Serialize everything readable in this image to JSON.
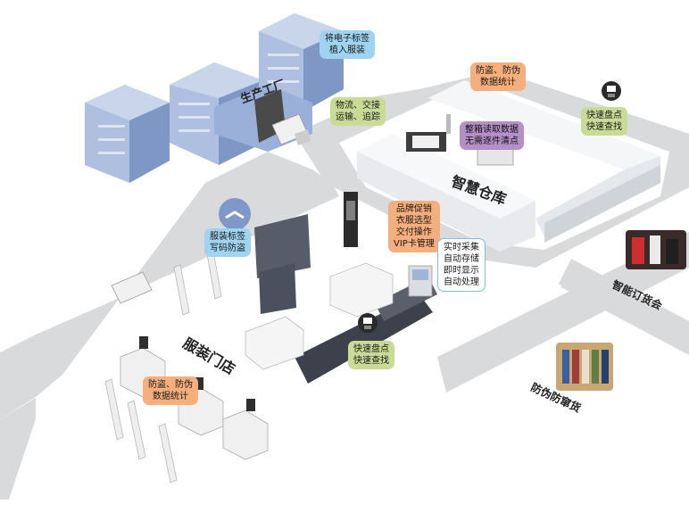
{
  "areas": {
    "factory": "生产工厂",
    "warehouse": "智慧仓库",
    "store": "服装门店",
    "order_fair": "智能订货会",
    "anti_counterfeit": "防伪防窜货"
  },
  "callouts": {
    "embed_tag": [
      "将电子标签",
      "植入服装"
    ],
    "logistics": [
      "物流、交接",
      "运输、追踪"
    ],
    "warehouse_theft": [
      "防盗、防伪",
      "数据统计"
    ],
    "box_read": [
      "整箱读取数据",
      "无需逐件清点"
    ],
    "warehouse_inventory": [
      "快速盘点",
      "快速查找"
    ],
    "tag_write": [
      "服装标签",
      "写码防盗"
    ],
    "brand_promo": [
      "品牌促销",
      "衣服选型",
      "交付操作",
      "VIP卡管理"
    ],
    "realtime": [
      "实时采集",
      "自动存储",
      "即时显示",
      "自动处理"
    ],
    "store_inventory": [
      "快速盘点",
      "快速查找"
    ],
    "store_theft": [
      "防盗、防伪",
      "数据统计"
    ]
  },
  "colors": {
    "blue": "#9fd3ef",
    "green": "#c8dc96",
    "orange": "#f5ae7c",
    "purple": "#b58fc7",
    "road": "#d9dadb",
    "building": "#8fa6cf"
  },
  "icons": [
    "handheld-reader-icon",
    "tag-writer-icon",
    "sign-icon"
  ]
}
